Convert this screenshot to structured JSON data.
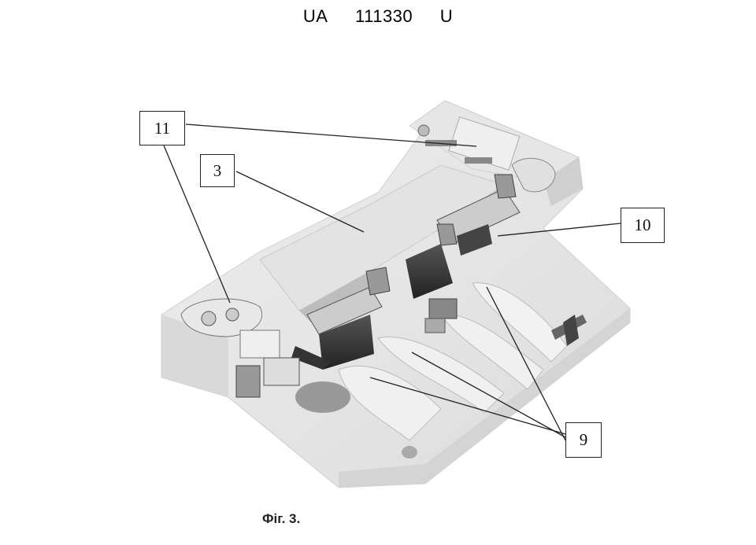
{
  "header": {
    "country": "UA",
    "number": "111330",
    "kind": "U"
  },
  "labels": {
    "l11": "11",
    "l3": "3",
    "l10": "10",
    "l9": "9"
  },
  "caption": "Фіг. 3."
}
